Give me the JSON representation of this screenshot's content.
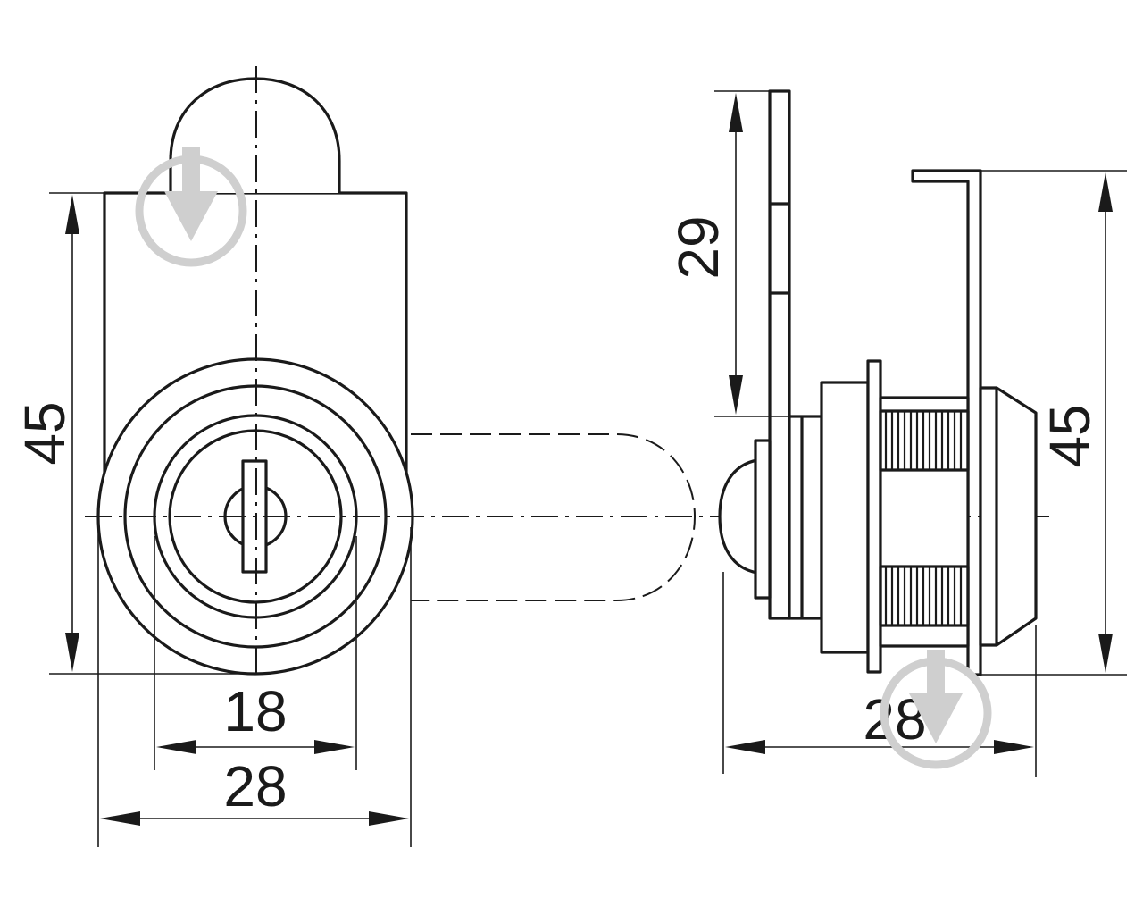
{
  "drawing": {
    "front_view": {
      "height_label": "45",
      "inner_width_label": "18",
      "outer_width_label": "28"
    },
    "side_view": {
      "upper_height_label": "29",
      "height_label": "45",
      "width_label": "28"
    },
    "colors": {
      "line": "#1a1a1a",
      "background": "#ffffff",
      "watermark": "#cfcfcf"
    },
    "watermark_icon": "download-arrow-circle-icon"
  }
}
